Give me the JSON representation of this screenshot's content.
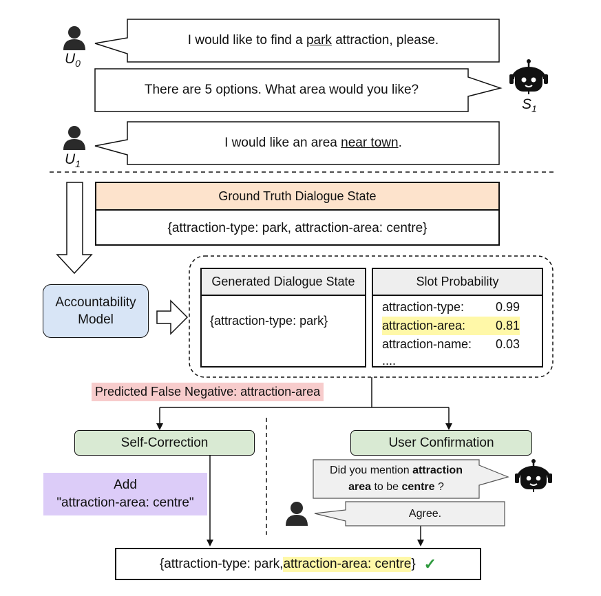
{
  "dialogue": {
    "u0": {
      "speaker": "U",
      "speaker_sub": "0",
      "text_before": "I would like to find a ",
      "text_underlined": "park",
      "text_after": " attraction, please."
    },
    "s1": {
      "speaker": "S",
      "speaker_sub": "1",
      "text": "There are 5 options. What area would you like?"
    },
    "u1": {
      "speaker": "U",
      "speaker_sub": "1",
      "text_before": "I would like an area ",
      "text_underlined": "near town",
      "text_after": "."
    }
  },
  "ground_truth": {
    "header": "Ground Truth Dialogue State",
    "value": "{attraction-type: park, attraction-area: centre}"
  },
  "accountability_model": {
    "line1": "Accountability",
    "line2": "Model"
  },
  "generated_state": {
    "header": "Generated Dialogue State",
    "value": "{attraction-type: park}"
  },
  "slot_probability": {
    "header": "Slot Probability",
    "rows": [
      {
        "slot": "attraction-type:",
        "prob": "0.99"
      },
      {
        "slot": "attraction-area:",
        "prob": "0.81"
      },
      {
        "slot": "attraction-name:",
        "prob": "0.03"
      }
    ],
    "ellipsis": "...."
  },
  "false_negative": "Predicted False Negative: attraction-area",
  "self_correction": {
    "label": "Self-Correction",
    "action_line1": "Add",
    "action_line2": "\"attraction-area: centre\""
  },
  "user_confirmation": {
    "label": "User Confirmation",
    "q_part1": "Did you mention ",
    "q_bold1": "attraction",
    "q_bold2": "area",
    "q_part2": " to be ",
    "q_bold3": "centre",
    "q_part3": " ?",
    "answer": "Agree."
  },
  "final_state": {
    "part1": "{attraction-type: park, ",
    "highlight": "attraction-area: centre",
    "part2": "}",
    "check": "✓"
  },
  "colors": {
    "ground_truth_header": "#fde3cc",
    "accountability_model": "#d8e5f6",
    "state_header": "#eeeeee",
    "highlight_yellow": "#fff8a8",
    "false_negative": "#f7cccc",
    "action_green": "#d9ead3",
    "add_purple": "#dcccf8",
    "check_green": "#2e9a3e"
  },
  "icons": {
    "user": "person-icon",
    "system": "robot-icon",
    "check": "checkmark-icon"
  }
}
